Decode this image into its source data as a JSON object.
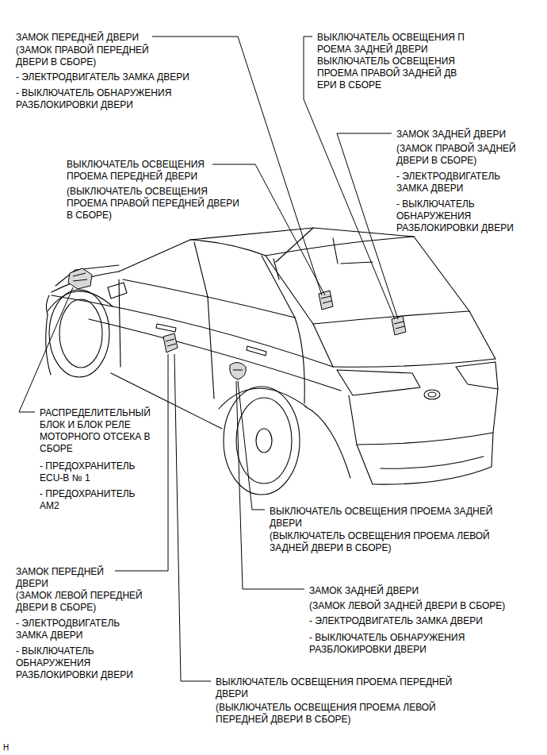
{
  "diagram": {
    "labels": [
      "ЗАМОК ПЕРЕДНЕЙ ДВЕРИ",
      "(ЗАМОК ПРАВОЙ ПЕРЕДНЕЙ ДВЕРИ В СБОРЕ)",
      "- ЭЛЕКТРОДВИГАТЕЛЬ ЗАМКА ДВЕРИ",
      "- ВЫКЛЮЧАТЕЛЬ ОБНАРУЖЕНИЯ РАЗБЛОКИРОВКИ ДВЕРИ",
      "ВЫКЛЮЧАТЕЛЬ ОСВЕЩЕНИЯ П РОЕМА ЗАДНЕЙ ДВЕРИ",
      "ВЫКЛЮЧАТЕЛЬ ОСВЕЩЕНИЯ ПРОЕМА ПРАВОЙ ЗАДНЕЙ ДВ ЕРИ В СБОРЕ",
      "ВЫКЛЮЧАТЕЛЬ ОСВЕЩЕНИЯ ПРОЕМА ПЕРЕДНЕЙ ДВЕРИ",
      "(ВЫКЛЮЧАТЕЛЬ ОСВЕЩЕНИЯ ПРОЕМА ПРАВОЙ ПЕРЕДНЕЙ ДВЕРИ В СБОРЕ)",
      "ЗАМОК ЗАДНЕЙ ДВЕРИ",
      "(ЗАМОК ПРАВОЙ ЗАДНЕЙ ДВЕРИ В СБОРЕ)",
      "- ЭЛЕКТРОДВИГАТЕЛЬ ЗАМКА ДВЕРИ",
      "- ВЫКЛЮЧАТЕЛЬ ОБНАРУЖЕНИЯ РАЗБЛОКИРОВКИ ДВЕРИ",
      "РАСПРЕДЕЛИТЕЛЬНЫЙ БЛОК И БЛОК РЕЛЕ МОТОРНОГО ОТСЕКА В СБОРЕ",
      "- ПРЕДОХРАНИТЕЛЬ ECU-B № 1",
      "- ПРЕДОХРАНИТЕЛЬ AM2",
      "ВЫКЛЮЧАТЕЛЬ ОСВЕЩЕНИЯ ПРОЕМА ЗАДНЕЙ ДВЕРИ",
      "(ВЫКЛЮЧАТЕЛЬ ОСВЕЩЕНИЯ ПРОЕМА ЛЕВОЙ ЗАДНЕЙ ДВЕРИ В СБОРЕ)",
      "ЗАМОК ПЕРЕДНЕЙ ДВЕРИ",
      "(ЗАМОК ЛЕВОЙ ПЕРЕДНЕЙ ДВЕРИ В СБОРЕ)",
      "- ЭЛЕКТРОДВИГАТЕЛЬ ЗАМКА ДВЕРИ",
      "- ВЫКЛЮЧАТЕЛЬ ОБНАРУЖЕНИЯ РАЗБЛОКИРОВКИ ДВЕРИ",
      "ЗАМОК ЗАДНЕЙ ДВЕРИ",
      "(ЗАМОК ЛЕВОЙ ЗАДНЕЙ ДВЕРИ В СБОРЕ)",
      "- ЭЛЕКТРОДВИГАТЕЛЬ ЗАМКА ДВЕРИ",
      "- ВЫКЛЮЧАТЕЛЬ ОБНАРУЖЕНИЯ РАЗБЛОКИРОВКИ ДВЕРИ",
      "ВЫКЛЮЧАТЕЛЬ ОСВЕЩЕНИЯ ПРОЕМА ПЕРЕДНЕЙ ДВЕРИ",
      "(ВЫКЛЮЧАТЕЛЬ ОСВЕЩЕНИЯ ПРОЕМА ЛЕВОЙ ПЕРЕДНЕЙ ДВЕРИ В СБОРЕ)",
      "H"
    ]
  }
}
